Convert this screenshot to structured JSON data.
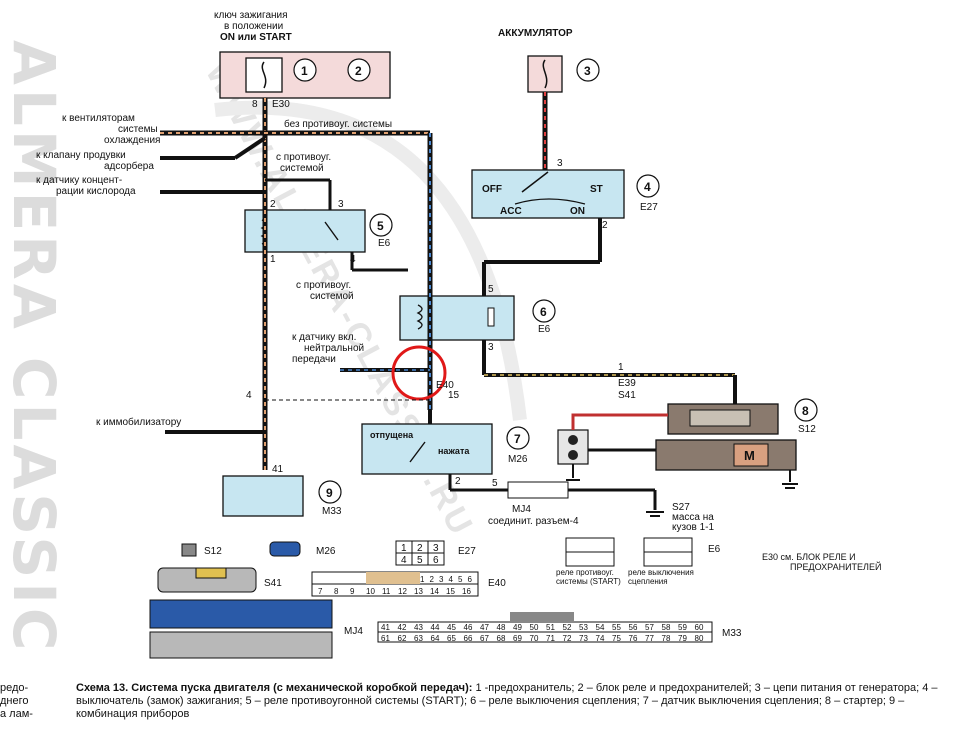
{
  "watermark": "ALMERA CLASSIC",
  "watermark_url": "WWW.ALMERA-CLASSIC.RU",
  "top_labels": {
    "ignition_key": [
      "ключ зажигания",
      "в положении",
      "ON или START"
    ],
    "battery": "АККУМУЛЯТОР"
  },
  "numbers": {
    "n1": "1",
    "n2": "2",
    "n3": "3",
    "n4": "4",
    "n5": "5",
    "n6": "6",
    "n7": "7",
    "n8": "8",
    "n9": "9"
  },
  "connectors": {
    "e30": "E30",
    "e27": "E27",
    "e6": "E6",
    "e6b": "E6",
    "e40": "E40",
    "e39": "E39",
    "s41": "S41",
    "s12": "S12",
    "m26": "M26",
    "m33": "M33",
    "mj4": "MJ4",
    "s27": "S27"
  },
  "pins": {
    "p8": "8",
    "p3": "3",
    "p2": "2",
    "p1": "1",
    "p4": "4",
    "p5": "5",
    "p2b": "2",
    "p1b": "1",
    "p3b": "3",
    "p15": "15",
    "p4b": "4",
    "p41": "41",
    "p2c": "2",
    "p5b": "5",
    "p1c": "1",
    "p3c": "3"
  },
  "left_labels": {
    "fans": [
      "к вентиляторам",
      "системы",
      "охлаждения"
    ],
    "purge": [
      "к клапану продувки",
      "адсорбера"
    ],
    "o2": [
      "к датчику концент-",
      "рации кислорода"
    ],
    "immo": "к иммобилизатору"
  },
  "mid_labels": {
    "no_antitheft": "без противоуг. системы",
    "with_antitheft1": [
      "с противоуг.",
      "системой"
    ],
    "with_antitheft2": [
      "с противоуг.",
      "системой"
    ],
    "neutral": [
      "к датчику вкл.",
      "нейтральной",
      "передачи"
    ]
  },
  "switch_labels": {
    "off": "OFF",
    "acc": "ACC",
    "on": "ON",
    "st": "ST",
    "released": "отпущена",
    "pressed": "нажата"
  },
  "ground_labels": {
    "mj4": [
      "MJ4",
      "соединит. разъем-4"
    ],
    "s27": [
      "S27",
      "масса на",
      "кузов 1-1"
    ]
  },
  "legend": {
    "s12": "S12",
    "m26": "M26",
    "e27": "E27",
    "s41": "S41",
    "e40": "E40",
    "mj4": "MJ4",
    "m33": "M33",
    "e6": "E6",
    "e27_pins": [
      "1",
      "2",
      "3",
      "4",
      "5",
      "6"
    ],
    "e40_pins_top": [
      "1",
      "2",
      "3",
      "4",
      "5",
      "6"
    ],
    "e40_pins_bottom": [
      "7",
      "8",
      "9",
      "10",
      "11",
      "12",
      "13",
      "14",
      "15",
      "16"
    ],
    "m33_top": [
      "41",
      "42",
      "43",
      "44",
      "45",
      "46",
      "47",
      "48",
      "49",
      "50",
      "51",
      "52",
      "53",
      "54",
      "55",
      "56",
      "57",
      "58",
      "59",
      "60"
    ],
    "m33_bottom": [
      "61",
      "62",
      "63",
      "64",
      "65",
      "66",
      "67",
      "68",
      "69",
      "70",
      "71",
      "72",
      "73",
      "74",
      "75",
      "76",
      "77",
      "78",
      "79",
      "80"
    ],
    "relay_start": [
      "реле противоуг.",
      "системы (START)"
    ],
    "relay_clutch": [
      "реле выключения",
      "сцепления"
    ],
    "e30_note": [
      "E30  см. БЛОК РЕЛЕ И",
      "ПРЕДОХРАНИТЕЛЕЙ"
    ]
  },
  "caption": {
    "title": "Схема 13. Система пуска двигателя (с механической коробкой передач):",
    "text": " 1 -предохранитель; 2 – блок реле и предохранителей; 3 – цепи питания от генератора; 4 – выключатель (замок) зажигания; 5 – реле противоугонной системы (START); 6 – реле выключения сцепления; 7 – датчик выключения сцепления; 8 – стартер; 9 – комбинация приборов",
    "cut_left": [
      "редо-",
      "днего",
      "а лам-"
    ]
  }
}
